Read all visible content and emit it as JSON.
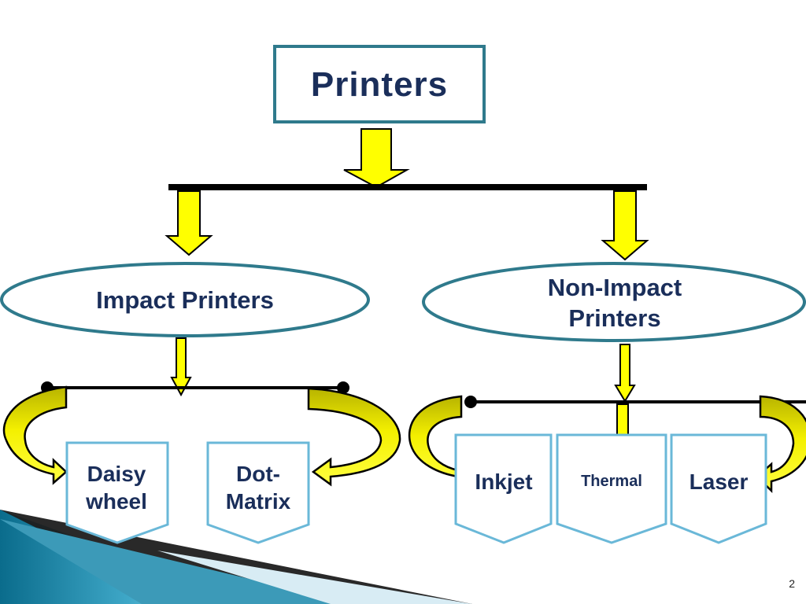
{
  "diagram": {
    "root": {
      "label": "Printers"
    },
    "impact": {
      "label": "Impact Printers",
      "children": [
        {
          "label": "Daisy\nwheel"
        },
        {
          "label": "Dot-\nMatrix"
        }
      ]
    },
    "non_impact": {
      "label": "Non-Impact\nPrinters",
      "children": [
        {
          "label": "Inkjet"
        },
        {
          "label": "Thermal"
        },
        {
          "label": "Laser"
        }
      ]
    }
  },
  "colors": {
    "box_border": "#2f7a8c",
    "arrow_fill": "#ffff00",
    "arrow_curve_fill": "#c8c800",
    "pentagon_border": "#6ab8d8",
    "text": "#1a2e5a",
    "line": "#000000"
  },
  "slide": {
    "page_number": "2"
  }
}
